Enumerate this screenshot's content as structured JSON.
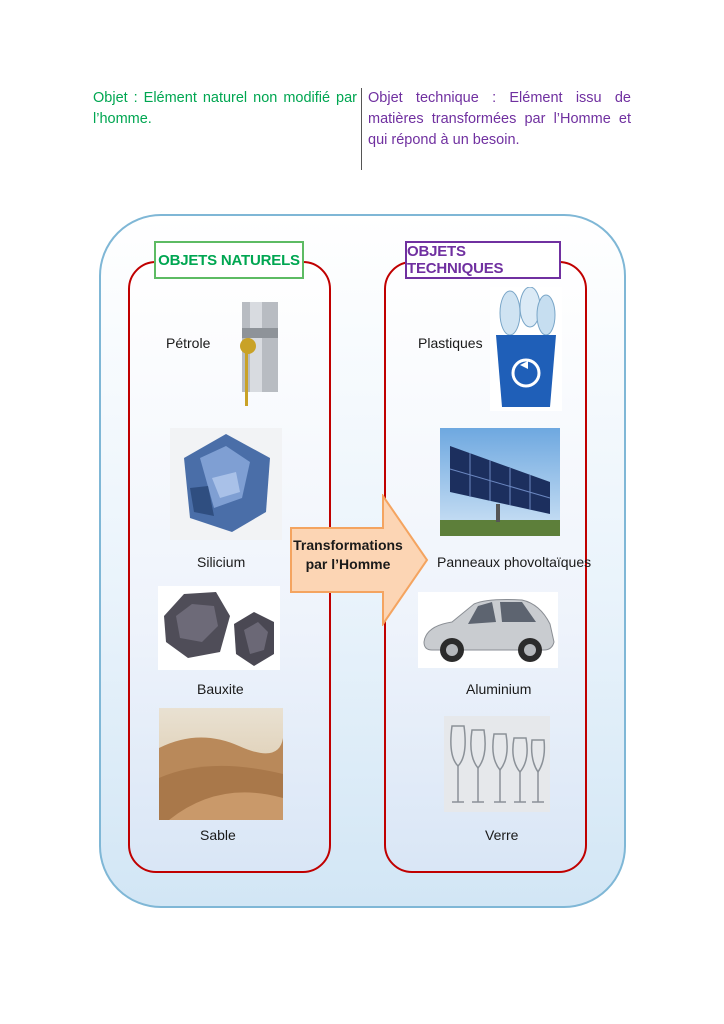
{
  "definitions": {
    "objet": "Objet : Elément naturel non modifié par l’homme.",
    "objet_technique": "Objet technique : Elément issu de matières transformées par l’Homme et qui répond à un besoin."
  },
  "diagram": {
    "left_header": "OBJETS NATURELS",
    "right_header": "OBJETS TECHNIQUES",
    "arrow_label_line1": "Transformations",
    "arrow_label_line2": "par l’Homme",
    "natural_items": [
      "Pétrole",
      "Silicium",
      "Bauxite",
      "Sable"
    ],
    "technical_items": [
      "Plastiques",
      "Panneaux phovoltaïques",
      "Aluminium",
      "Verre"
    ]
  },
  "colors": {
    "natural_accent": "#00a651",
    "technical_accent": "#7030a0",
    "panel_border": "#c00000",
    "arrow_fill": "#fcd5b4",
    "arrow_stroke": "#f4a460"
  }
}
